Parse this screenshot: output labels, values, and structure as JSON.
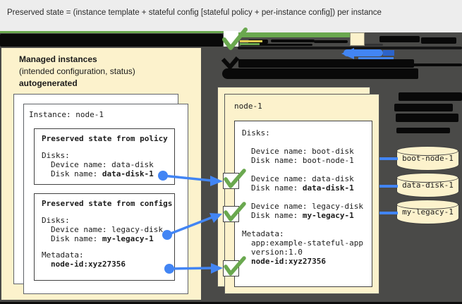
{
  "title": "Preserved state = (instance template + stateful config [stateful policy + per-instance config]) per instance",
  "colors": {
    "accent_green": "#6aa84f",
    "accent_blue": "#4285f4",
    "panel_cream": "#fcf2cc",
    "background_dark": "#4a4a48",
    "redaction_black": "#090909",
    "highlight_yellow": "#e3cf52"
  },
  "left_panel": {
    "heading": "Managed instances",
    "subheading": "(intended configuration, status)",
    "note": "autogenerated",
    "card_title": "Instance: node-1",
    "policy_box": {
      "title": "Preserved state from policy",
      "disks_label": "Disks:",
      "device_line": "Device name: data-disk",
      "disk_prefix": "Disk name: ",
      "disk_name": "data-disk-1"
    },
    "configs_box": {
      "title": "Preserved state from configs",
      "disks_label": "Disks:",
      "device_line": "Device name: legacy-disk",
      "disk_prefix": "Disk name: ",
      "disk_name": "my-legacy-1",
      "metadata_label": "Metadata:",
      "metadata_value": "node-id:xyz27356"
    }
  },
  "vm_panel": {
    "title": "node-1",
    "disks_label": "Disks:",
    "disks": [
      {
        "device": "Device name: boot-disk",
        "disk_prefix": "Disk name: ",
        "disk_name": "boot-node-1"
      },
      {
        "device": "Device name: data-disk",
        "disk_prefix": "Disk name: ",
        "disk_name": "data-disk-1"
      },
      {
        "device": "Device name: legacy-disk",
        "disk_prefix": "Disk name: ",
        "disk_name": "my-legacy-1"
      }
    ],
    "metadata_label": "Metadata:",
    "metadata_lines": [
      "app:example-stateful-app",
      "version:1.0"
    ],
    "metadata_value": "node-id:xyz27356"
  },
  "persistent_disks": [
    {
      "name": "boot-node-1"
    },
    {
      "name": "data-disk-1"
    },
    {
      "name": "my-legacy-1"
    }
  ]
}
